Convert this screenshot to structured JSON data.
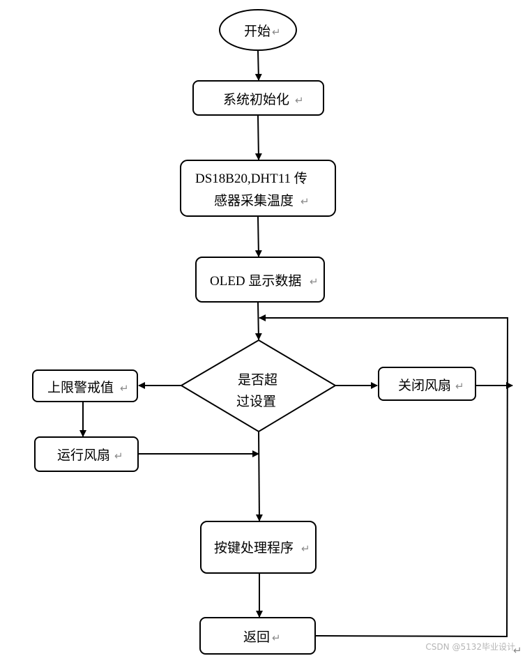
{
  "diagram": {
    "nodes": {
      "start": "开始",
      "init": "系统初始化",
      "sensor_line1": "DS18B20,DHT11 传",
      "sensor_line2": "感器采集温度",
      "oled": "OLED 显示数据",
      "decision_line1": "是否超",
      "decision_line2": "过设置",
      "fan_off": "关闭风扇",
      "alarm": "上限警戒值",
      "fan_on": "运行风扇",
      "keys": "按键处理程序",
      "return": "返回"
    },
    "paragraph_mark": "↵"
  },
  "watermark": "CSDN @5132毕业设计"
}
